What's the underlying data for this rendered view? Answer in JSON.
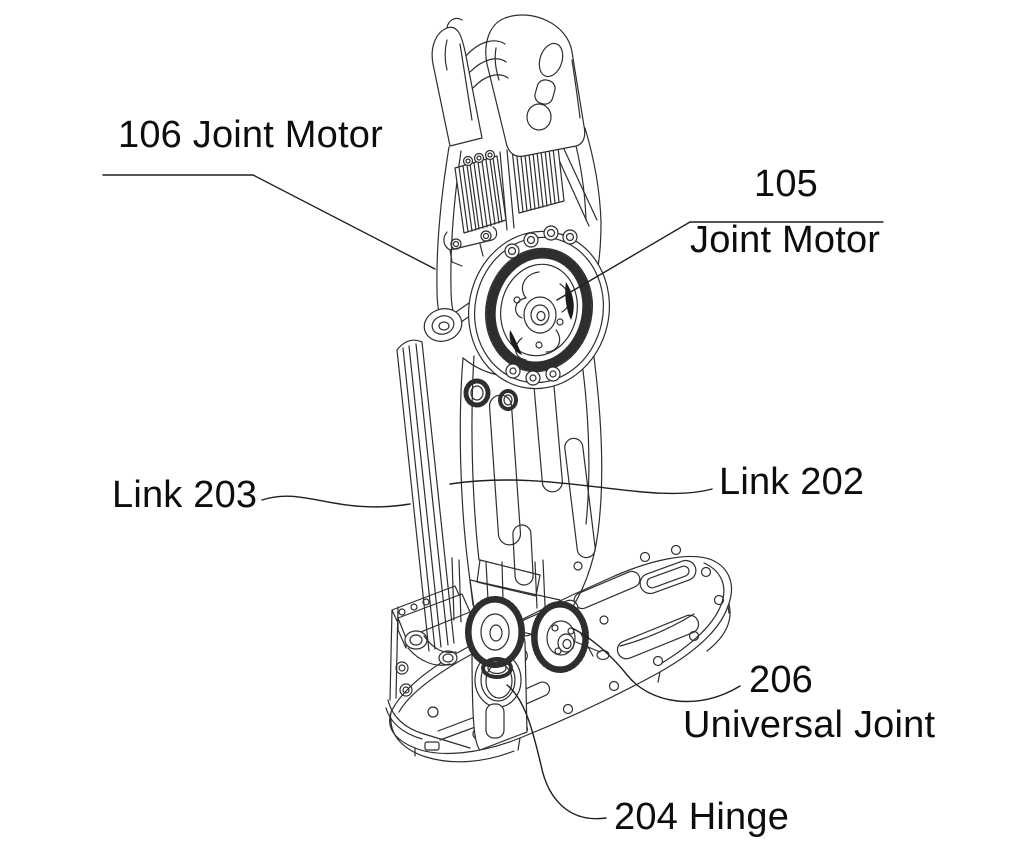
{
  "page": {
    "background": "#ffffff",
    "drawing": {
      "kind": "patent-style technical line drawing",
      "subject": "robotic prosthetic leg joint mechanism",
      "line_color": "#2e2e2e",
      "text_color": "#0d0d0d"
    },
    "labels": {
      "motor106": "106 Joint Motor",
      "motor105_num": "105",
      "motor105_name": "Joint Motor",
      "link203": "Link 203",
      "link202": "Link 202",
      "uj206_num": "206",
      "uj206_name": "Universal Joint",
      "hinge204": "204 Hinge"
    }
  }
}
